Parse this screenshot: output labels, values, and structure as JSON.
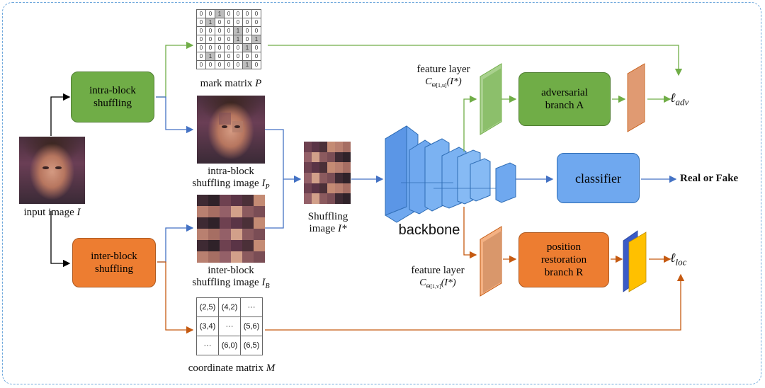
{
  "labels": {
    "input_image": "input image",
    "input_image_sym": "I",
    "intra_block_shuffling": "intra-block shuffling",
    "inter_block_shuffling": "inter-block shuffling",
    "mark_matrix": "mark matrix",
    "mark_matrix_sym": "P",
    "intra_image_line1": "intra-block",
    "intra_image_line2": "shuffling image",
    "intra_image_sym": "I",
    "intra_image_sub": "P",
    "inter_image_line1": "inter-block",
    "inter_image_line2": "shuffling image",
    "inter_image_sym": "I",
    "inter_image_sub": "B",
    "coordinate_matrix": "coordinate matrix",
    "coordinate_matrix_sym": "M",
    "shuffling_line1": "Shuffling",
    "shuffling_line2": "image",
    "shuffling_sym": "I*",
    "backbone": "backbone",
    "feature_layer_top": "feature layer",
    "feature_layer_top_expr": "C",
    "feature_layer_top_sub": "Θ[1,u]",
    "feature_layer_top_arg": "(I*)",
    "feature_layer_bottom": "feature layer",
    "feature_layer_bottom_expr": "C",
    "feature_layer_bottom_sub": "Θ[1,v]",
    "feature_layer_bottom_arg": "(I*)",
    "adversarial_line1": "adversarial",
    "adversarial_line2": "branch A",
    "classifier": "classifier",
    "position_line1": "position",
    "position_line2": "restoration",
    "position_line3": "branch R",
    "real_or_fake": "Real or Fake",
    "loss_adv": "ℓ",
    "loss_adv_sub": "adv",
    "loss_loc": "ℓ",
    "loss_loc_sub": "loc"
  },
  "mark_matrix": [
    [
      "0",
      "0",
      "1",
      "0",
      "0",
      "0",
      "0"
    ],
    [
      "0",
      "1",
      "0",
      "0",
      "0",
      "0",
      "0"
    ],
    [
      "0",
      "0",
      "0",
      "0",
      "1",
      "0",
      "0"
    ],
    [
      "0",
      "0",
      "0",
      "0",
      "1",
      "0",
      "1"
    ],
    [
      "0",
      "0",
      "0",
      "0",
      "0",
      "1",
      "0"
    ],
    [
      "0",
      "1",
      "0",
      "0",
      "0",
      "0",
      "0"
    ],
    [
      "0",
      "0",
      "0",
      "0",
      "0",
      "1",
      "0"
    ]
  ],
  "coordinate_matrix": [
    [
      "(2,5)",
      "(4,2)",
      "···"
    ],
    [
      "(3,4)",
      "···",
      "(5,6)"
    ],
    [
      "···",
      "(6,0)",
      "(6,5)"
    ]
  ],
  "colors": {
    "green": "#70ad47",
    "orange": "#ed7d31",
    "blue": "#6fa8ef",
    "arrow_blue": "#4472c4",
    "arrow_green": "#70ad47",
    "arrow_orange": "#c55a11",
    "frame": "#6fa8dc"
  }
}
